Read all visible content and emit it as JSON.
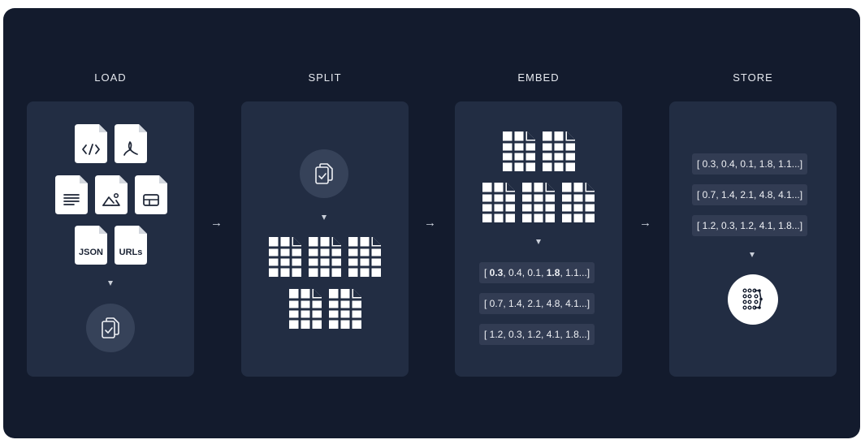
{
  "stages": [
    {
      "title": "LOAD"
    },
    {
      "title": "SPLIT"
    },
    {
      "title": "EMBED"
    },
    {
      "title": "STORE"
    }
  ],
  "load": {
    "files": [
      {
        "icon": "code-file-icon"
      },
      {
        "icon": "pdf-file-icon"
      },
      {
        "icon": "text-file-icon"
      },
      {
        "icon": "image-file-icon"
      },
      {
        "icon": "table-file-icon"
      },
      {
        "icon": "json-file-icon",
        "label": "JSON"
      },
      {
        "icon": "urls-file-icon",
        "label": "URLs"
      }
    ],
    "result_icon": "documents-icon"
  },
  "split": {
    "source_icon": "documents-icon",
    "chunk_icon": "chunk-grid-icon",
    "chunk_count": 5
  },
  "embed": {
    "chunk_icon": "chunk-grid-icon",
    "chunk_count": 5,
    "vectors": [
      [
        "0.3",
        ", ",
        "0.4",
        ", ",
        "0.1",
        ", ",
        "1.8",
        ", ",
        "1.1"
      ],
      [
        "0.7",
        ", ",
        "1.4",
        ", ",
        "2.1",
        ", ",
        "4.8",
        ", ",
        "4.1"
      ],
      [
        "1.2",
        ", ",
        "0.3",
        ", ",
        "1.2",
        ", ",
        "4.1",
        ", ",
        "1.8"
      ]
    ],
    "vector_text": [
      "[ 0.3, 0.4, 0.1, 1.8, 1.1...]",
      "[ 0.7, 1.4, 2.1, 4.8, 4.1...]",
      "[ 1.2, 0.3, 1.2, 4.1, 1.8...]"
    ]
  },
  "store": {
    "vector_text": [
      "[ 0.3, 0.4, 0.1, 1.8, 1.1...]",
      "[ 0.7, 1.4, 2.1, 4.8, 4.1...]",
      "[ 1.2, 0.3, 1.2, 4.1, 1.8...]"
    ],
    "store_icon": "vector-store-icon"
  },
  "colors": {
    "background": "#131b2d",
    "panel": "#222d43",
    "vector_box": "#323c53",
    "icon_circle": "#364259",
    "text": "#e6e9ef"
  }
}
